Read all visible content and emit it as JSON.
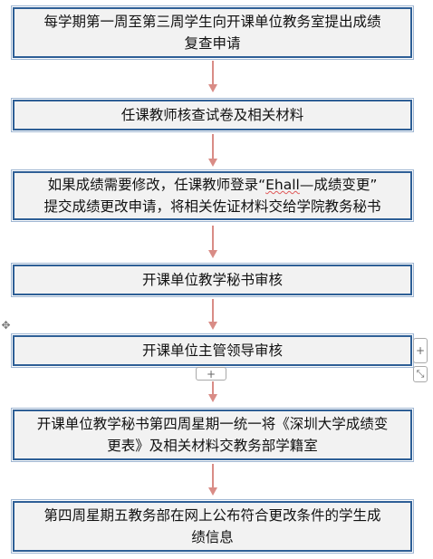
{
  "steps": [
    {
      "lines": [
        "每学期第一周至第三周学生向开课单位教务室提出成绩",
        "复查申请"
      ]
    },
    {
      "lines": [
        "任课教师核查试卷及相关材料"
      ]
    },
    {
      "line1_pre": "如果成绩需要修改，任课教师登录“",
      "line1_mark": "Ehall",
      "line1_post": "—成绩变更”",
      "line2": "提交成绩更改申请，将相关佐证材料交给学院教务秘书"
    },
    {
      "lines": [
        "开课单位教学秘书审核"
      ]
    },
    {
      "lines": [
        "开课单位主管领导审核"
      ]
    },
    {
      "lines": [
        "开课单位教学秘书第四周星期一统一将《深圳大学成绩变",
        "更表》及相关材料交教务部学籍室"
      ]
    },
    {
      "lines": [
        "第四周星期五教务部在网上公布符合更改条件的学生成",
        "绩信息"
      ]
    }
  ],
  "controls": {
    "move_handle": "✥",
    "add_row_bottom": "+",
    "add_column_right": "+",
    "resize_handle": "⤡"
  },
  "colors": {
    "box_border": "#2e5f96",
    "box_fill": "#f2f2f2",
    "arrow": "#d98c86"
  }
}
